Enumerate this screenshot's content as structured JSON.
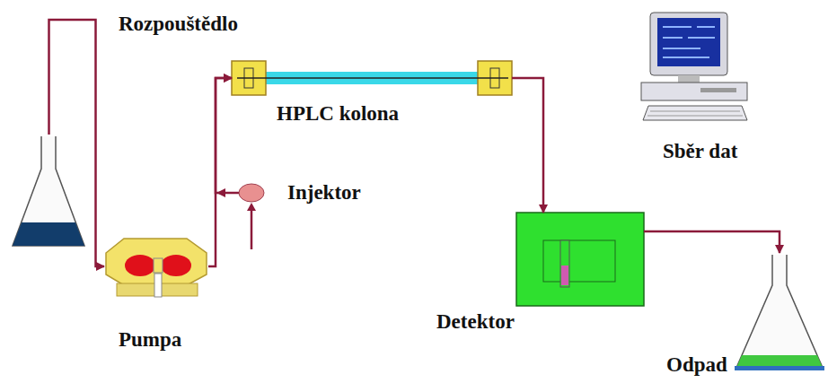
{
  "diagram": {
    "nodes": [
      {
        "text": [
          "Rozpouštědlo"
        ]
      },
      {
        "text": [
          "Pumpa"
        ]
      },
      {
        "text": [
          "Injektor"
        ]
      },
      {
        "text": [
          "HPLC kolona"
        ]
      },
      {
        "text": [
          "Detektor"
        ]
      },
      {
        "text": [
          "Odpad"
        ]
      },
      {
        "text": [
          "Sběr dat"
        ]
      }
    ],
    "edges": [
      {
        "from": 0,
        "to": 1,
        "arrow": "to"
      },
      {
        "from": 1,
        "to": 3,
        "arrow": "to"
      },
      {
        "from": 2,
        "to": 3,
        "arrow": "to"
      },
      {
        "from": 3,
        "to": 4,
        "arrow": "to"
      },
      {
        "from": 4,
        "to": 5,
        "arrow": "to"
      }
    ]
  }
}
